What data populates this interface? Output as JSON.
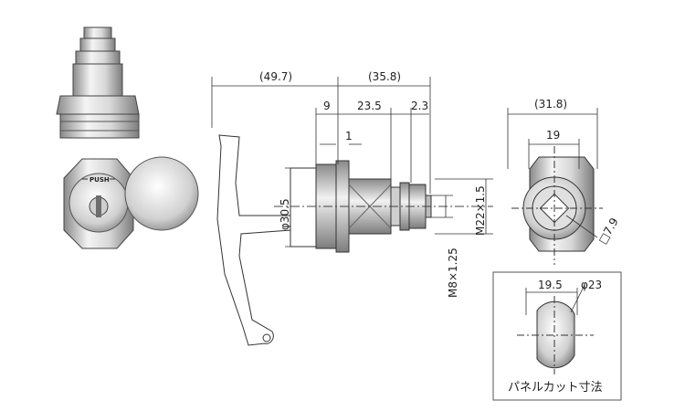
{
  "dimensions": {
    "overall_left": "(49.7)",
    "overall_right": "(35.8)",
    "seg_9": "9",
    "seg_23_5": "23.5",
    "seg_2_3": "2.3",
    "seg_1": "1",
    "dia_30_5": "φ30.5",
    "thread_m22": "M22×1.5",
    "thread_m8": "M8×1.25",
    "side_width": "(31.8)",
    "side_19": "19",
    "square_7_9": "□7.9",
    "cut_19_5": "19.5",
    "cut_dia_23": "φ23"
  },
  "labels": {
    "push_text": "PUSH",
    "panel_cutout_caption": "パネルカット寸法"
  },
  "colors": {
    "line": "#333333",
    "metal_light": "#e9e9e9",
    "metal_mid": "#bdbdbd",
    "metal_dark": "#7a7a7a"
  }
}
